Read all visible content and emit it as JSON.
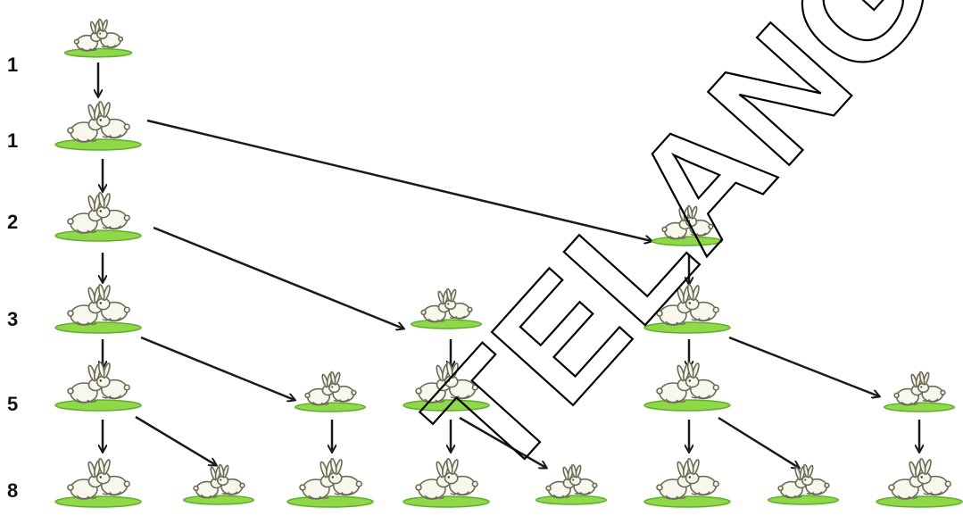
{
  "rows": [
    {
      "label": "1"
    },
    {
      "label": "1"
    },
    {
      "label": "2"
    },
    {
      "label": "3"
    },
    {
      "label": "5"
    },
    {
      "label": "8"
    }
  ],
  "watermark": {
    "text": "TELANGANA",
    "color": "#000000"
  },
  "colors": {
    "grass": "#8fd84a",
    "grass_dark": "#5fae2a",
    "rabbit": "#f7f7ee",
    "rabbit_outline": "#6b6b55",
    "arrow": "#1a1a1a"
  }
}
